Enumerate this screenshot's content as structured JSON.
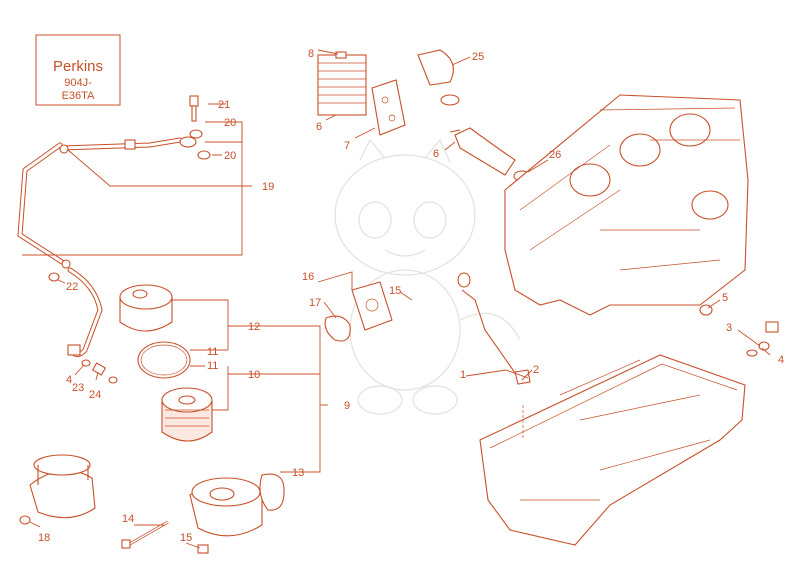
{
  "logo": {
    "brand": "Perkins",
    "model_line1": "904J-",
    "model_line2": "E36TA"
  },
  "callouts": {
    "c1": "1",
    "c2": "2",
    "c3": "3",
    "c4a": "4",
    "c4b": "4",
    "c5": "5",
    "c6a": "6",
    "c6b": "6",
    "c7": "7",
    "c8": "8",
    "c9": "9",
    "c10": "10",
    "c11a": "11",
    "c11b": "11",
    "c12": "12",
    "c13": "13",
    "c14": "14",
    "c15a": "15",
    "c15b": "15",
    "c16": "16",
    "c17": "17",
    "c18": "18",
    "c19": "19",
    "c20a": "20",
    "c20b": "20",
    "c21": "21",
    "c22": "22",
    "c23": "23",
    "c24": "24",
    "c25": "25",
    "c26": "26"
  },
  "colors": {
    "line": "#c8502a",
    "fill": "#fbe9e1",
    "background": "#ffffff"
  }
}
